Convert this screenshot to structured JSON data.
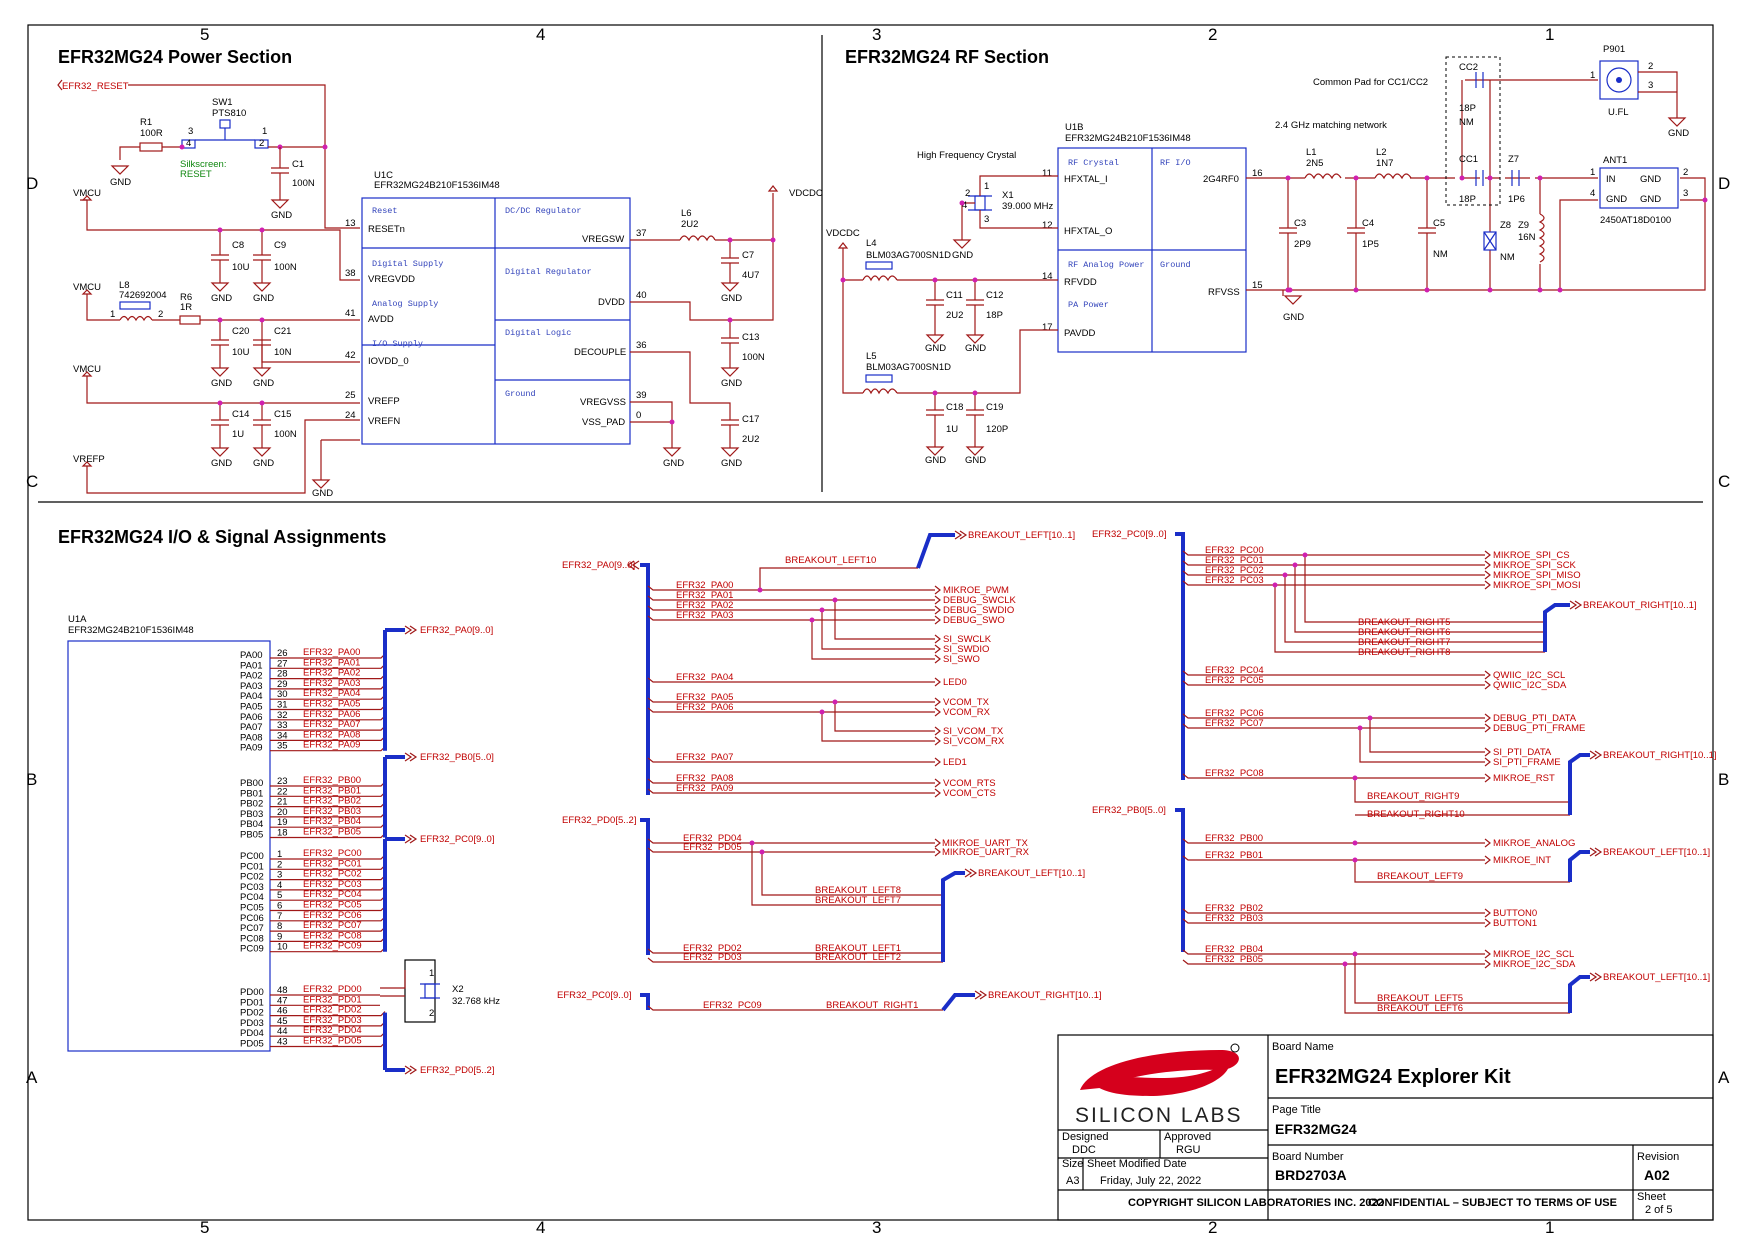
{
  "sections": {
    "power": "EFR32MG24 Power Section",
    "rf": "EFR32MG24 RF Section",
    "io": "EFR32MG24 I/O & Signal Assignments"
  },
  "zones": {
    "cols": [
      "5",
      "4",
      "3",
      "2",
      "1"
    ],
    "rows": [
      "D",
      "C",
      "B",
      "A"
    ]
  },
  "power": {
    "reset_net": "EFR32_RESET",
    "r1": {
      "ref": "R1",
      "val": "100R"
    },
    "sw1": {
      "ref": "SW1",
      "val": "PTS810"
    },
    "silk": [
      "Silkscreen:",
      "RESET"
    ],
    "c1": {
      "ref": "C1",
      "val": "100N"
    },
    "u1c": {
      "ref": "U1C",
      "part": "EFR32MG24B210F1536IM48"
    },
    "blocks": [
      "Reset",
      "DC/DC Regulator",
      "Digital Supply",
      "Digital Regulator",
      "Analog Supply",
      "Digital Logic",
      "I/O Supply",
      "Ground"
    ],
    "left_pins": [
      {
        "num": "13",
        "name": "RESETn"
      },
      {
        "num": "38",
        "name": "VREGVDD"
      },
      {
        "num": "41",
        "name": "AVDD"
      },
      {
        "num": "42",
        "name": "IOVDD_0"
      },
      {
        "num": "25",
        "name": "VREFP"
      },
      {
        "num": "24",
        "name": "VREFN"
      }
    ],
    "right_pins": [
      {
        "num": "37",
        "name": "VREGSW"
      },
      {
        "num": "40",
        "name": "DVDD"
      },
      {
        "num": "36",
        "name": "DECOUPLE"
      },
      {
        "num": "39",
        "name": "VREGVSS"
      },
      {
        "num": "0",
        "name": "VSS_PAD"
      }
    ],
    "vmcu": "VMCU",
    "vrefp": "VREFP",
    "vdcdc": "VDCDC",
    "l8": {
      "ref": "L8",
      "val": "742692004"
    },
    "r6": {
      "ref": "R6",
      "val": "1R"
    },
    "l6": {
      "ref": "L6",
      "val": "2U2"
    },
    "caps": [
      {
        "ref": "C8",
        "val": "10U"
      },
      {
        "ref": "C9",
        "val": "100N"
      },
      {
        "ref": "C20",
        "val": "10U"
      },
      {
        "ref": "C21",
        "val": "10N"
      },
      {
        "ref": "C14",
        "val": "1U"
      },
      {
        "ref": "C15",
        "val": "100N"
      },
      {
        "ref": "C7",
        "val": "4U7"
      },
      {
        "ref": "C13",
        "val": "100N"
      },
      {
        "ref": "C17",
        "val": "2U2"
      }
    ],
    "gnd": "GND"
  },
  "rf": {
    "u1b": {
      "ref": "U1B",
      "part": "EFR32MG24B210F1536IM48"
    },
    "hfxo_title": "High Frequency Crystal",
    "x1": {
      "ref": "X1",
      "val": "39.000 MHz"
    },
    "blocks": [
      "RF Crystal",
      "RF I/O",
      "RF Analog Power",
      "Ground",
      "PA Power"
    ],
    "left_pins": [
      {
        "num": "11",
        "name": "HFXTAL_I"
      },
      {
        "num": "12",
        "name": "HFXTAL_O"
      },
      {
        "num": "14",
        "name": "RFVDD"
      },
      {
        "num": "17",
        "name": "PAVDD"
      }
    ],
    "right_pins": [
      {
        "num": "16",
        "name": "2G4RF0"
      },
      {
        "num": "15",
        "name": "RFVSS"
      }
    ],
    "vdcdc": "VDCDC",
    "l4": {
      "ref": "L4",
      "val": "BLM03AG700SN1D"
    },
    "l5": {
      "ref": "L5",
      "val": "BLM03AG700SN1D"
    },
    "c11": {
      "ref": "C11",
      "val": "2U2"
    },
    "c12": {
      "ref": "C12",
      "val": "18P"
    },
    "c18": {
      "ref": "C18",
      "val": "1U"
    },
    "c19": {
      "ref": "C19",
      "val": "120P"
    },
    "match_title": "2.4 GHz matching network",
    "common_pad": "Common Pad for CC1/CC2",
    "l1": {
      "ref": "L1",
      "val": "2N5"
    },
    "l2": {
      "ref": "L2",
      "val": "1N7"
    },
    "c3": {
      "ref": "C3",
      "val": "2P9"
    },
    "c4": {
      "ref": "C4",
      "val": "1P5"
    },
    "c5": {
      "ref": "C5",
      "val": "NM"
    },
    "cc1": {
      "ref": "CC1",
      "val": "18P"
    },
    "cc2": {
      "ref": "CC2",
      "val": "18P",
      "nm": "NM"
    },
    "z7": {
      "ref": "Z7",
      "val": "1P6"
    },
    "z8": {
      "ref": "Z8",
      "val": "NM"
    },
    "z9": {
      "ref": "Z9",
      "val": "16N"
    },
    "p901": {
      "ref": "P901",
      "val": "U.FL",
      "pins": [
        "1",
        "2",
        "3"
      ]
    },
    "ant1": {
      "ref": "ANT1",
      "val": "2450AT18D0100",
      "pins": [
        "IN",
        "GND",
        "GND",
        "GND"
      ],
      "nums": [
        "1",
        "2",
        "3",
        "4"
      ]
    }
  },
  "io": {
    "u1a": {
      "ref": "U1A",
      "part": "EFR32MG24B210F1536IM48"
    },
    "pa": [
      {
        "pin": "PA00",
        "num": "26",
        "net": "EFR32_PA00"
      },
      {
        "pin": "PA01",
        "num": "27",
        "net": "EFR32_PA01"
      },
      {
        "pin": "PA02",
        "num": "28",
        "net": "EFR32_PA02"
      },
      {
        "pin": "PA03",
        "num": "29",
        "net": "EFR32_PA03"
      },
      {
        "pin": "PA04",
        "num": "30",
        "net": "EFR32_PA04"
      },
      {
        "pin": "PA05",
        "num": "31",
        "net": "EFR32_PA05"
      },
      {
        "pin": "PA06",
        "num": "32",
        "net": "EFR32_PA06"
      },
      {
        "pin": "PA07",
        "num": "33",
        "net": "EFR32_PA07"
      },
      {
        "pin": "PA08",
        "num": "34",
        "net": "EFR32_PA08"
      },
      {
        "pin": "PA09",
        "num": "35",
        "net": "EFR32_PA09"
      }
    ],
    "pb": [
      {
        "pin": "PB00",
        "num": "23",
        "net": "EFR32_PB00"
      },
      {
        "pin": "PB01",
        "num": "22",
        "net": "EFR32_PB01"
      },
      {
        "pin": "PB02",
        "num": "21",
        "net": "EFR32_PB02"
      },
      {
        "pin": "PB03",
        "num": "20",
        "net": "EFR32_PB03"
      },
      {
        "pin": "PB04",
        "num": "19",
        "net": "EFR32_PB04"
      },
      {
        "pin": "PB05",
        "num": "18",
        "net": "EFR32_PB05"
      }
    ],
    "pc": [
      {
        "pin": "PC00",
        "num": "1",
        "net": "EFR32_PC00"
      },
      {
        "pin": "PC01",
        "num": "2",
        "net": "EFR32_PC01"
      },
      {
        "pin": "PC02",
        "num": "3",
        "net": "EFR32_PC02"
      },
      {
        "pin": "PC03",
        "num": "4",
        "net": "EFR32_PC03"
      },
      {
        "pin": "PC04",
        "num": "5",
        "net": "EFR32_PC04"
      },
      {
        "pin": "PC05",
        "num": "6",
        "net": "EFR32_PC05"
      },
      {
        "pin": "PC06",
        "num": "7",
        "net": "EFR32_PC06"
      },
      {
        "pin": "PC07",
        "num": "8",
        "net": "EFR32_PC07"
      },
      {
        "pin": "PC08",
        "num": "9",
        "net": "EFR32_PC08"
      },
      {
        "pin": "PC09",
        "num": "10",
        "net": "EFR32_PC09"
      }
    ],
    "pd": [
      {
        "pin": "PD00",
        "num": "48",
        "net": "EFR32_PD00"
      },
      {
        "pin": "PD01",
        "num": "47",
        "net": "EFR32_PD01"
      },
      {
        "pin": "PD02",
        "num": "46",
        "net": "EFR32_PD02"
      },
      {
        "pin": "PD03",
        "num": "45",
        "net": "EFR32_PD03"
      },
      {
        "pin": "PD04",
        "num": "44",
        "net": "EFR32_PD04"
      },
      {
        "pin": "PD05",
        "num": "43",
        "net": "EFR32_PD05"
      }
    ],
    "busses": {
      "pa": "EFR32_PA0[9..0]",
      "pb": "EFR32_PB0[5..0]",
      "pc": "EFR32_PC0[9..0]",
      "pd": "EFR32_PD0[5..2]"
    },
    "x2": {
      "ref": "X2",
      "val": "32.768 kHz"
    },
    "breakout_left": "BREAKOUT_LEFT[10..1]",
    "breakout_right": "BREAKOUT_RIGHT[10..1]",
    "pa_map": [
      {
        "net": "EFR32_PA00",
        "sig": "MIKROE_PWM"
      },
      {
        "net": "EFR32_PA01",
        "sig": "DEBUG_SWCLK"
      },
      {
        "net": "EFR32_PA02",
        "sig": "DEBUG_SWDIO"
      },
      {
        "net": "EFR32_PA03",
        "sig": "DEBUG_SWO"
      },
      {
        "net": "",
        "sig": "SI_SWCLK"
      },
      {
        "net": "",
        "sig": "SI_SWDIO"
      },
      {
        "net": "",
        "sig": "SI_SWO"
      },
      {
        "net": "EFR32_PA04",
        "sig": "LED0"
      },
      {
        "net": "EFR32_PA05",
        "sig": "VCOM_TX"
      },
      {
        "net": "EFR32_PA06",
        "sig": "VCOM_RX"
      },
      {
        "net": "",
        "sig": "SI_VCOM_TX"
      },
      {
        "net": "",
        "sig": "SI_VCOM_RX"
      },
      {
        "net": "EFR32_PA07",
        "sig": "LED1"
      },
      {
        "net": "EFR32_PA08",
        "sig": "VCOM_RTS"
      },
      {
        "net": "EFR32_PA09",
        "sig": "VCOM_CTS"
      }
    ],
    "pa_breakout": "BREAKOUT_LEFT10",
    "pd_map": [
      {
        "net": "EFR32_PD04",
        "sig": "MIKROE_UART_TX"
      },
      {
        "net": "EFR32_PD05",
        "sig": "MIKROE_UART_RX"
      },
      {
        "net": "",
        "sig": "BREAKOUT_LEFT8"
      },
      {
        "net": "",
        "sig": "BREAKOUT_LEFT7"
      },
      {
        "net": "EFR32_PD02",
        "sig": "BREAKOUT_LEFT1"
      },
      {
        "net": "EFR32_PD03",
        "sig": "BREAKOUT_LEFT2"
      }
    ],
    "pc09_map": {
      "net": "EFR32_PC09",
      "sig": "BREAKOUT_RIGHT1"
    },
    "pc_map": [
      {
        "net": "EFR32_PC00",
        "sig": "MIKROE_SPI_CS"
      },
      {
        "net": "EFR32_PC01",
        "sig": "MIKROE_SPI_SCK"
      },
      {
        "net": "EFR32_PC02",
        "sig": "MIKROE_SPI_MISO"
      },
      {
        "net": "EFR32_PC03",
        "sig": "MIKROE_SPI_MOSI"
      },
      {
        "net": "",
        "sig": "BREAKOUT_RIGHT5"
      },
      {
        "net": "",
        "sig": "BREAKOUT_RIGHT6"
      },
      {
        "net": "",
        "sig": "BREAKOUT_RIGHT7"
      },
      {
        "net": "",
        "sig": "BREAKOUT_RIGHT8"
      },
      {
        "net": "EFR32_PC04",
        "sig": "QWIIC_I2C_SCL"
      },
      {
        "net": "EFR32_PC05",
        "sig": "QWIIC_I2C_SDA"
      },
      {
        "net": "EFR32_PC06",
        "sig": "DEBUG_PTI_DATA"
      },
      {
        "net": "EFR32_PC07",
        "sig": "DEBUG_PTI_FRAME"
      },
      {
        "net": "",
        "sig": "SI_PTI_DATA"
      },
      {
        "net": "",
        "sig": "SI_PTI_FRAME"
      },
      {
        "net": "EFR32_PC08",
        "sig": "MIKROE_RST"
      },
      {
        "net": "",
        "sig": "BREAKOUT_RIGHT9"
      },
      {
        "net": "",
        "sig": "BREAKOUT_RIGHT10"
      }
    ],
    "pb_map": [
      {
        "net": "EFR32_PB00",
        "sig": "MIKROE_ANALOG"
      },
      {
        "net": "EFR32_PB01",
        "sig": "MIKROE_INT"
      },
      {
        "net": "",
        "sig": "BREAKOUT_LEFT9"
      },
      {
        "net": "EFR32_PB02",
        "sig": "BUTTON0"
      },
      {
        "net": "EFR32_PB03",
        "sig": "BUTTON1"
      },
      {
        "net": "EFR32_PB04",
        "sig": "MIKROE_I2C_SCL"
      },
      {
        "net": "EFR32_PB05",
        "sig": "MIKROE_I2C_SDA"
      },
      {
        "net": "",
        "sig": "BREAKOUT_LEFT5"
      },
      {
        "net": "",
        "sig": "BREAKOUT_LEFT6"
      }
    ]
  },
  "title_block": {
    "logo": "SILICON LABS",
    "board_name_label": "Board Name",
    "board_name": "EFR32MG24 Explorer Kit",
    "page_title_label": "Page Title",
    "page_title": "EFR32MG24",
    "designed_label": "Designed",
    "designed": "DDC",
    "approved_label": "Approved",
    "approved": "RGU",
    "board_number_label": "Board Number",
    "board_number": "BRD2703A",
    "revision_label": "Revision",
    "revision": "A02",
    "size_label": "Size",
    "size": "A3",
    "modified_label": "Sheet Modified Date",
    "modified": "Friday, July 22, 2022",
    "copyright": "COPYRIGHT SILICON LABORATORIES INC. 2022",
    "confidential": "CONFIDENTIAL – SUBJECT TO TERMS OF USE",
    "sheet_label": "Sheet",
    "sheet": "2 of 5"
  },
  "colors": {
    "wire": "#a01818",
    "bus": "#1a2ec8",
    "junction": "#d020b0",
    "net_label": "#c00000"
  }
}
